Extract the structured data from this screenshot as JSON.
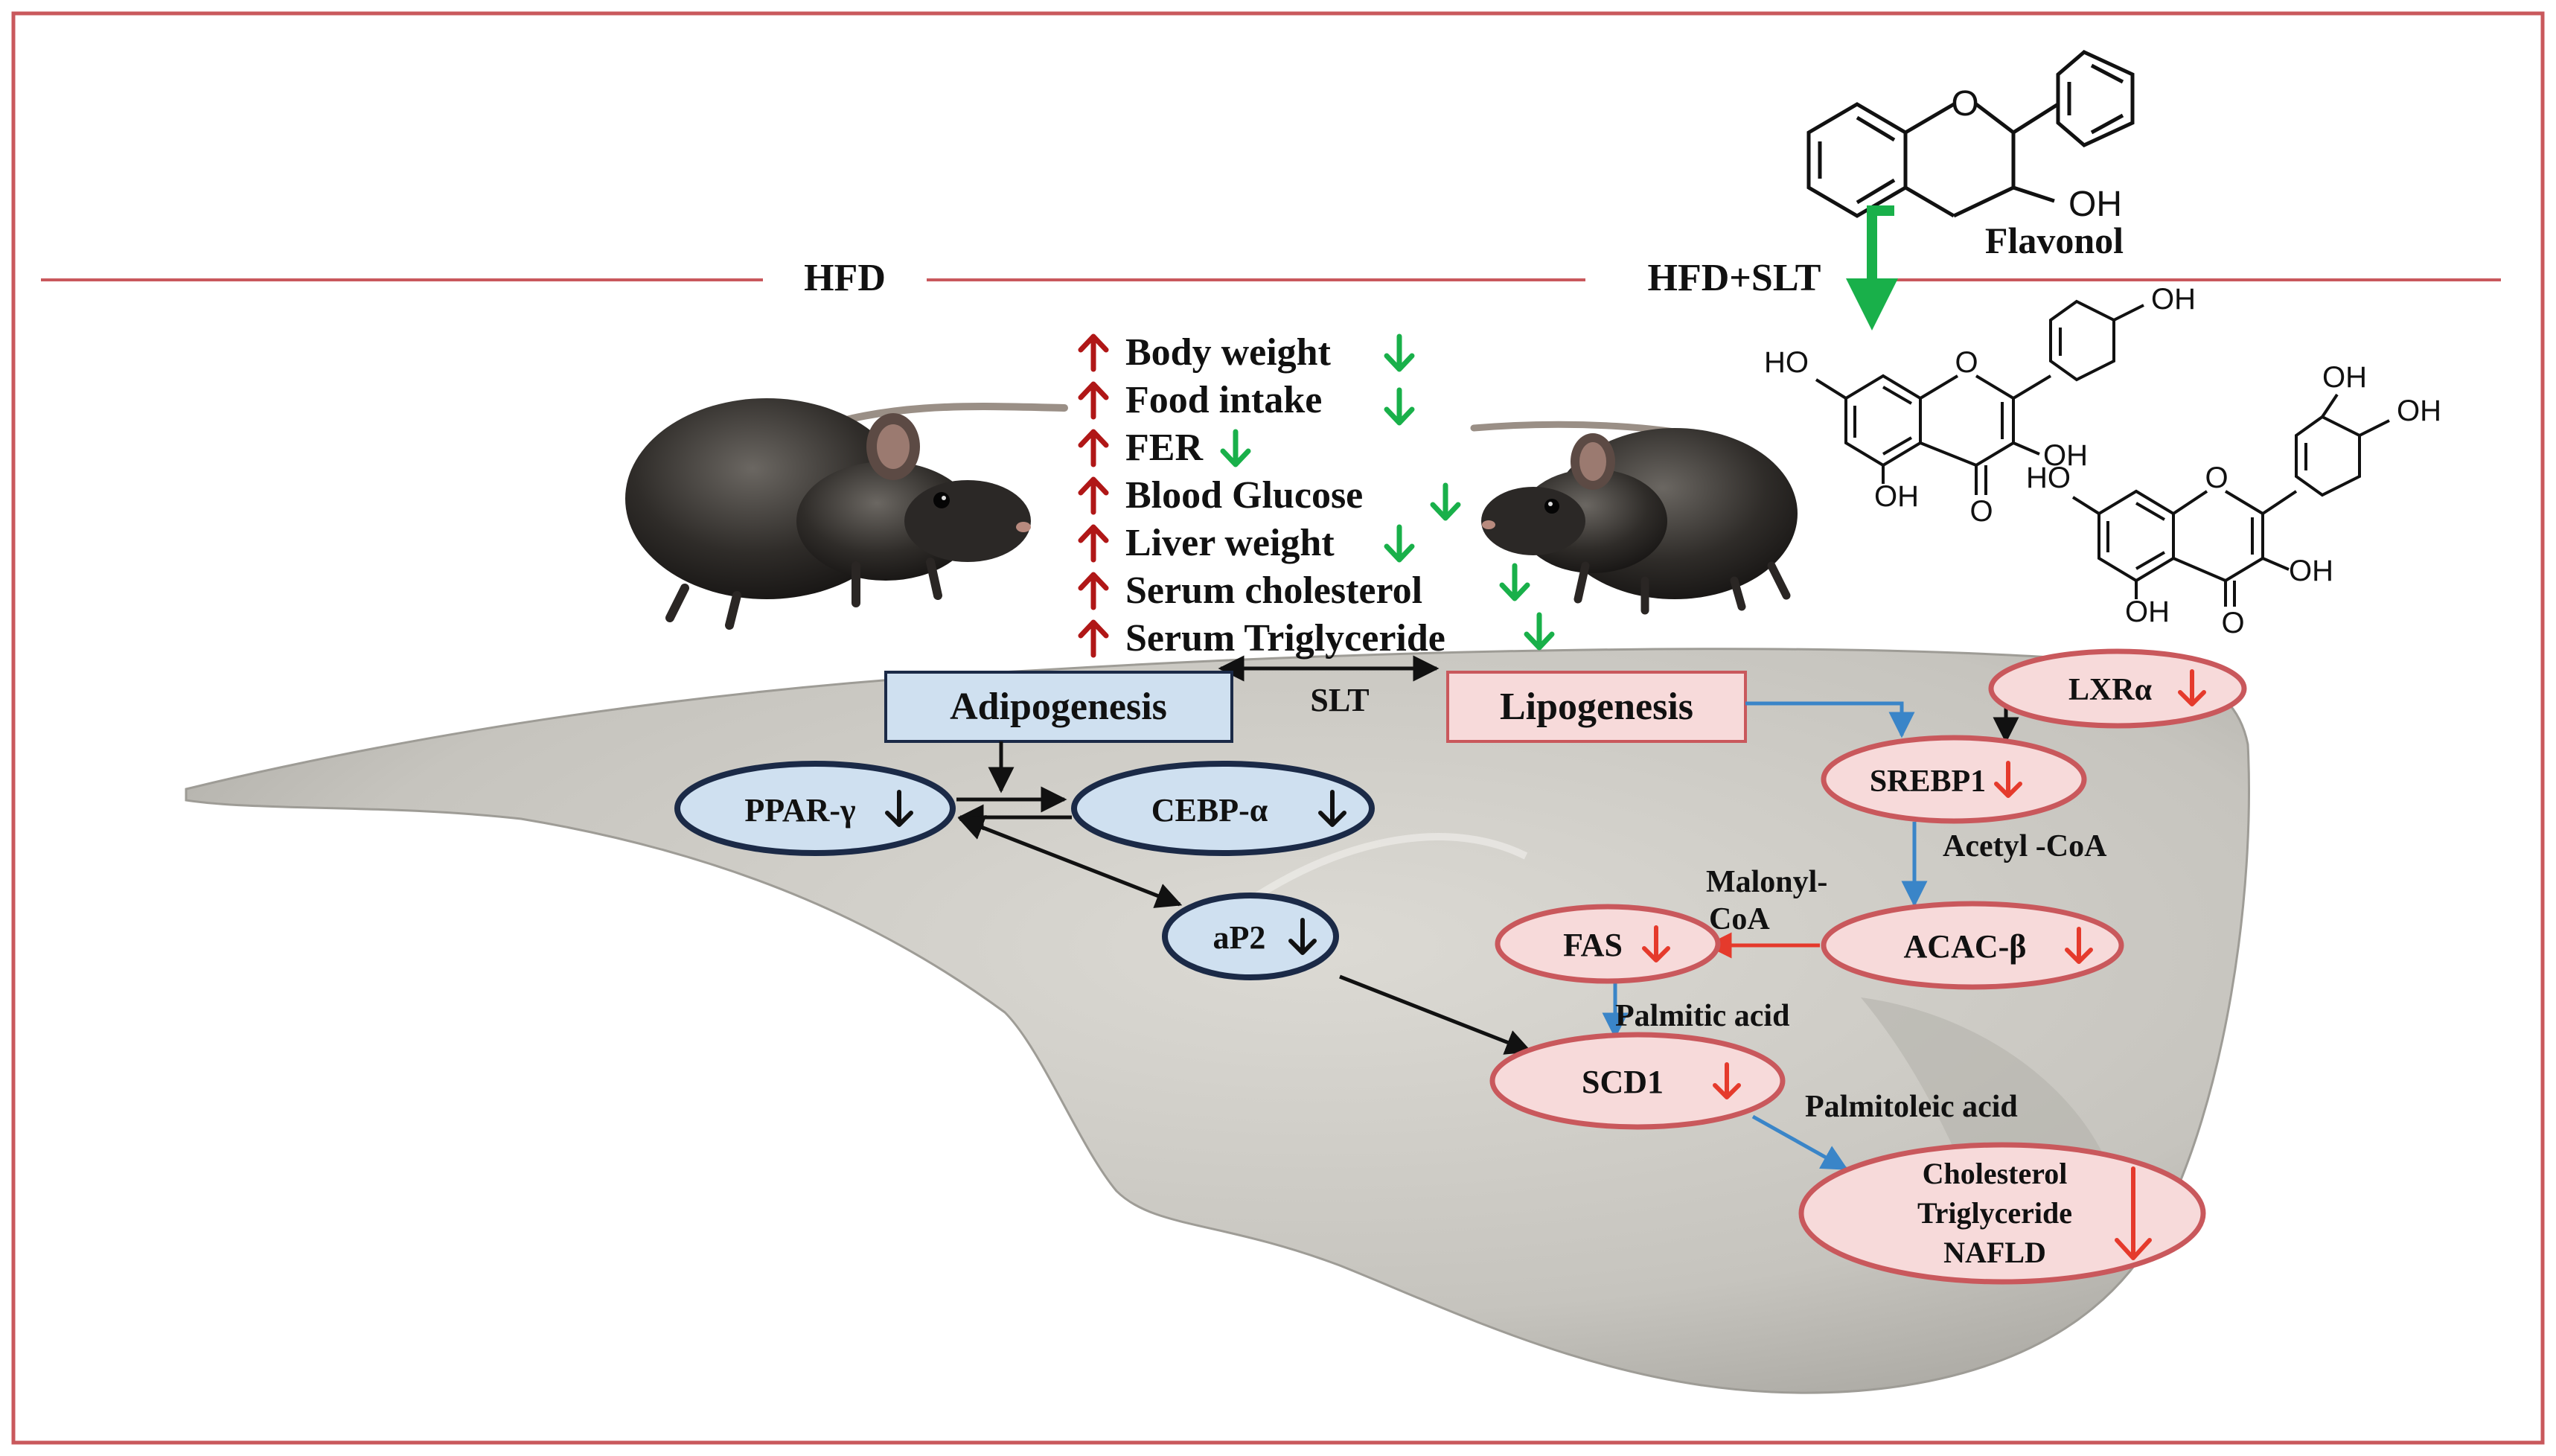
{
  "header": {
    "left_label": "HFD",
    "right_label": "HFD+SLT"
  },
  "chemistry": {
    "flavonol_label": "Flavonol",
    "top_oh": "OH",
    "top_o": "O",
    "m1": {
      "ho": "HO",
      "o": "O",
      "oh_top": "OH",
      "oh3": "OH",
      "oh5": "OH",
      "keto": "O"
    },
    "m2": {
      "ho": "HO",
      "o": "O",
      "oh_a": "OH",
      "oh_b": "OH",
      "oh3": "OH",
      "oh5": "OH",
      "keto": "O"
    }
  },
  "effects": {
    "items": [
      {
        "label": "Body weight"
      },
      {
        "label": "Food intake"
      },
      {
        "label": "FER"
      },
      {
        "label": "Blood Glucose"
      },
      {
        "label": "Liver weight"
      },
      {
        "label": "Serum cholesterol"
      },
      {
        "label": "Serum Triglyceride"
      }
    ]
  },
  "pathway": {
    "adipogenesis": "Adipogenesis",
    "lipogenesis": "Lipogenesis",
    "slt": "SLT",
    "pparg": "PPAR-γ",
    "cebpa": "CEBP-α",
    "ap2": "aP2",
    "lxra": "LXRα",
    "srebp1": "SREBP1",
    "acac": "ACAC-β",
    "fas": "FAS",
    "scd1": "SCD1",
    "acetyl_coa": "Acetyl -CoA",
    "malonyl_1": "Malonyl-",
    "malonyl_2": "CoA",
    "palmitic": "Palmitic acid",
    "palmitoleic": "Palmitoleic acid",
    "outcome_1": "Cholesterol",
    "outcome_2": "Triglyceride",
    "outcome_3": "NAFLD"
  },
  "colors": {
    "frame": "#c9585c",
    "up_arrow": "#b01717",
    "down_green": "#19b04a",
    "blue_arrow": "#3a85c8",
    "red_arrow": "#e53a2c",
    "blue_fill": "#cfe0f0",
    "blue_stroke": "#1b2a47",
    "pink_fill": "#f7dada",
    "pink_stroke": "#c9585c",
    "liver": "#c8c6c0"
  }
}
